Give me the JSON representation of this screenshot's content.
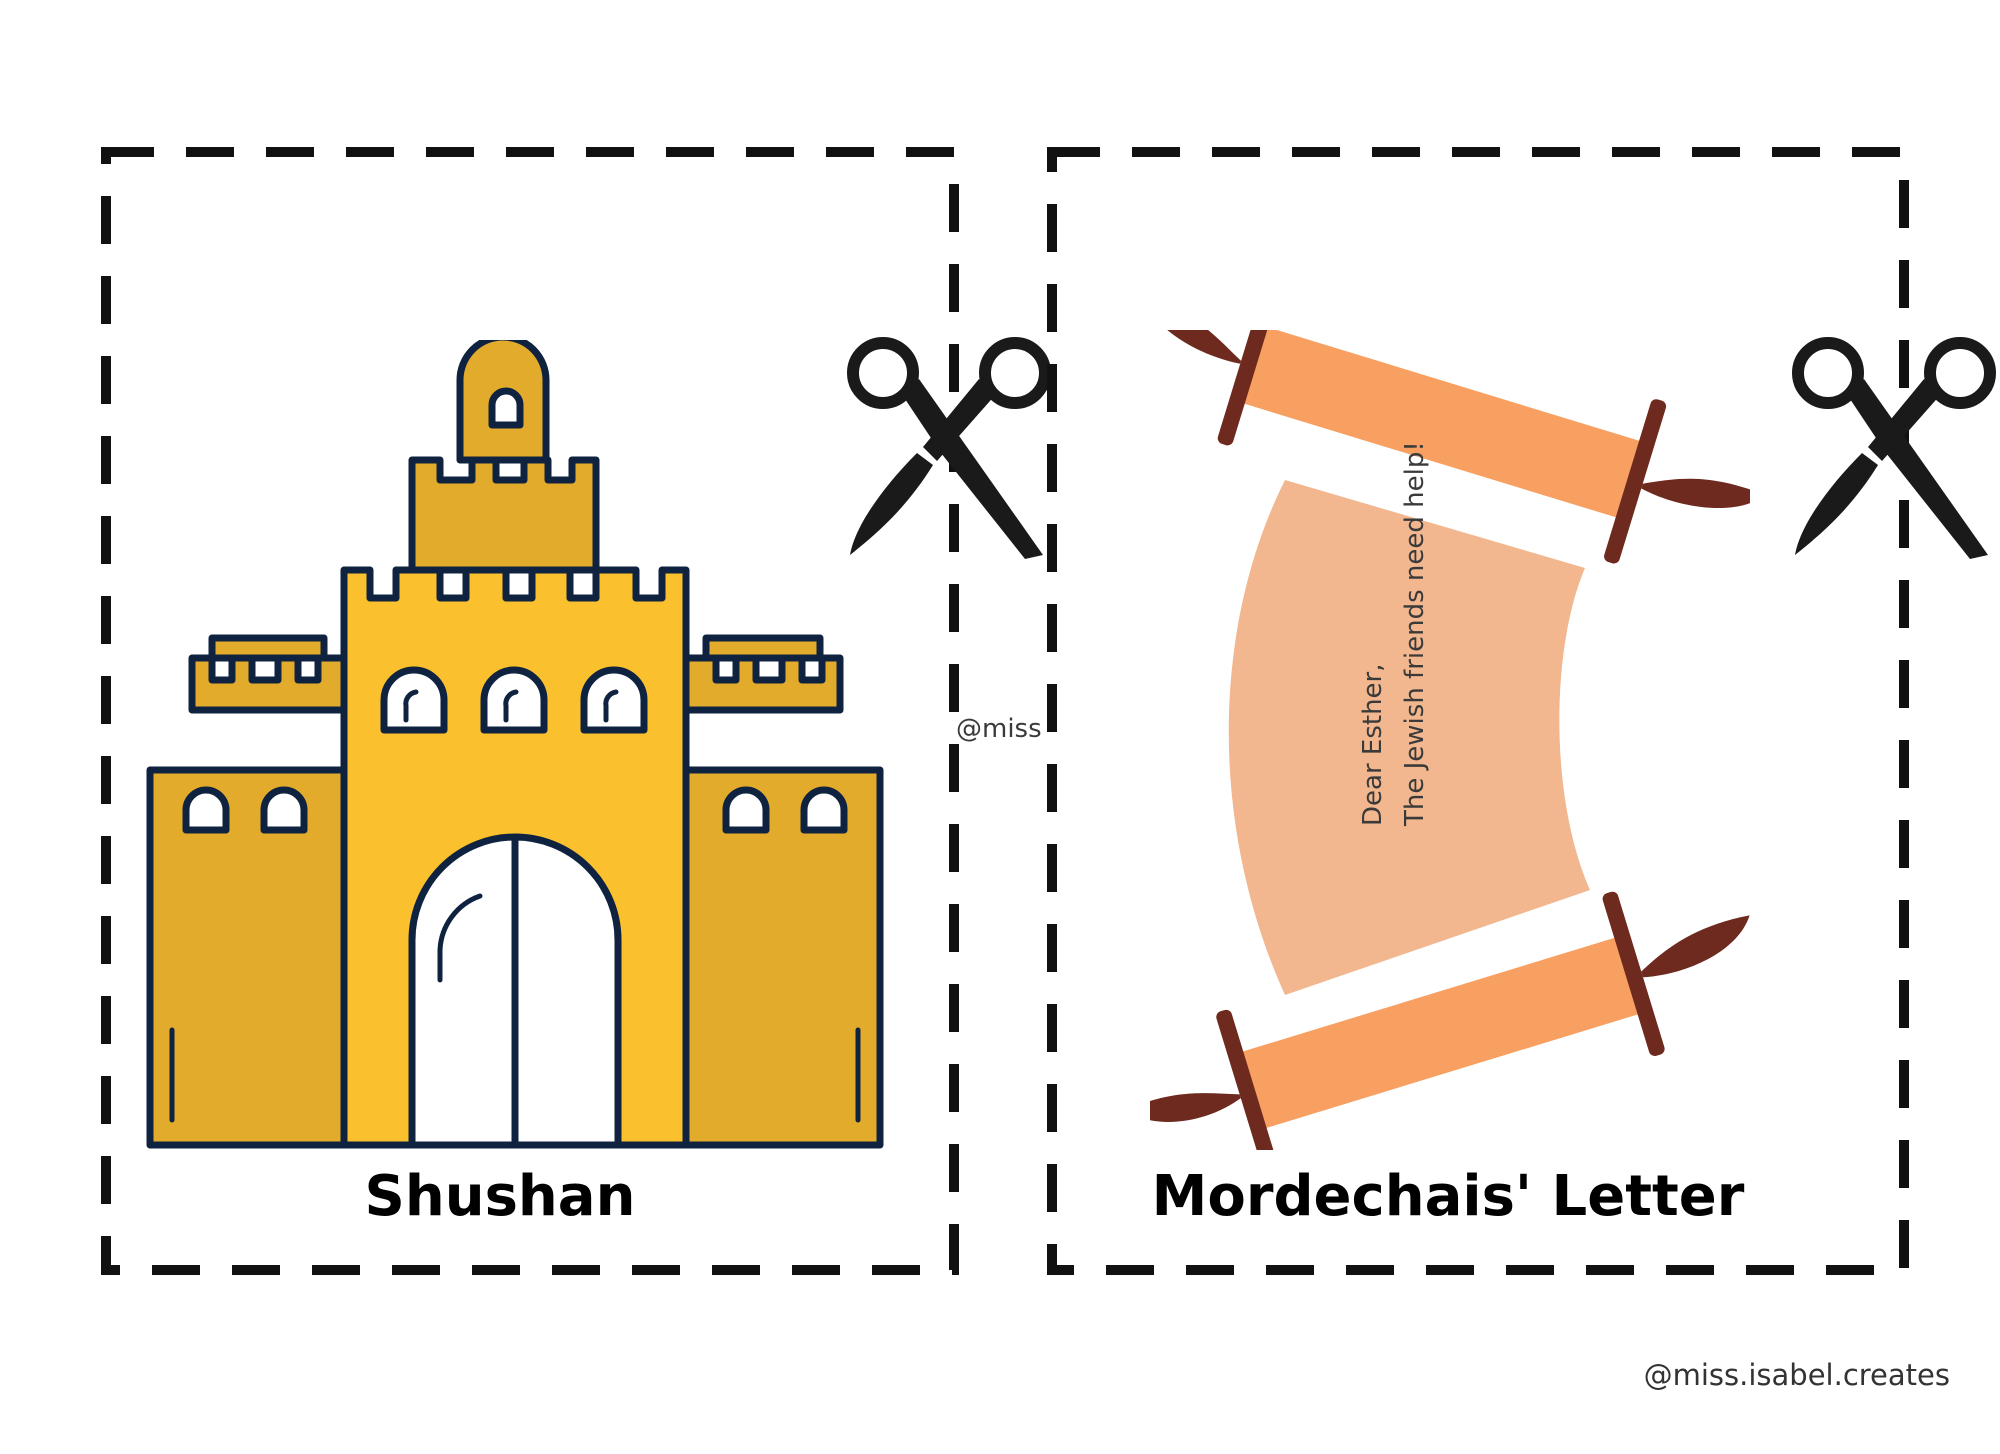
{
  "cards": [
    {
      "label": "Shushan",
      "art": "castle-illustration"
    },
    {
      "label": "Mordechais' Letter",
      "art": "scroll-illustration"
    }
  ],
  "letter": {
    "line1": "Dear Esther,",
    "line2": "The Jewish friends need help!"
  },
  "watermark": "@miss",
  "credit": "@miss.isabel.creates",
  "icons": {
    "cut_marker": "scissors-icon"
  },
  "colors": {
    "castle_main": "#FBC02D",
    "castle_shade": "#E3AB2B",
    "outline": "#0F2340",
    "scroll_roll": "#F7A061",
    "scroll_paper": "#F2B78E",
    "scroll_handle": "#6E2A1E"
  }
}
